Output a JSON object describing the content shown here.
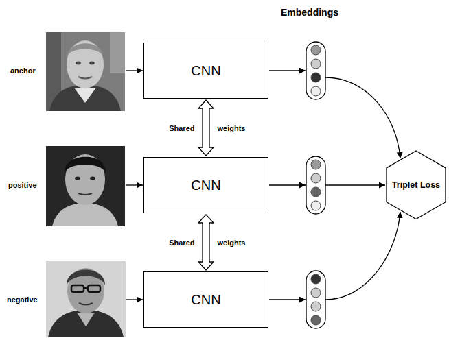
{
  "diagram": {
    "nodes": [
      {
        "text": [
          "CNN"
        ]
      },
      {
        "text": [
          "CNN"
        ]
      },
      {
        "text": [
          "CNN"
        ]
      },
      {
        "text": [
          "Triplet Loss"
        ]
      }
    ],
    "edges": [
      {
        "from": 0,
        "to": 1,
        "arrow": "both",
        "label": "Shared weights"
      },
      {
        "from": 1,
        "to": 2,
        "arrow": "both",
        "label": "Shared weights"
      }
    ],
    "labels": [
      "Embeddings",
      "anchor",
      "positive",
      "negative"
    ]
  }
}
